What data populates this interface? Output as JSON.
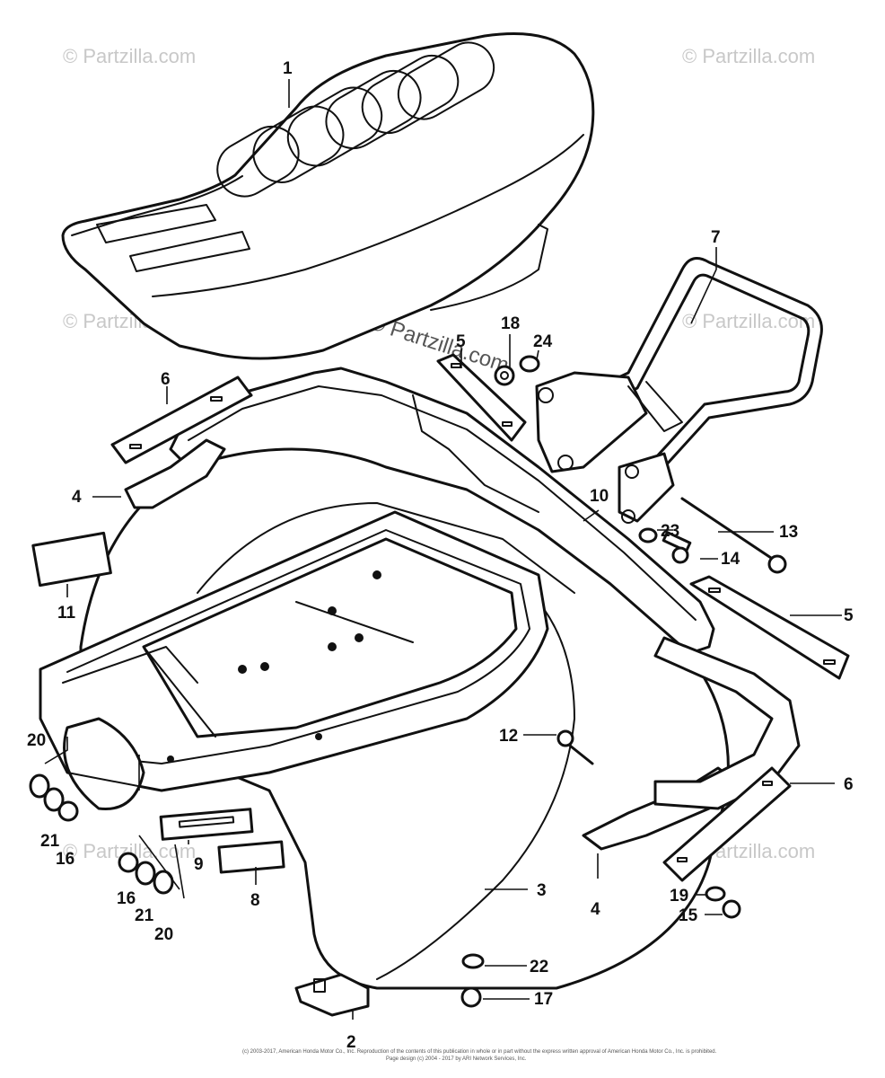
{
  "watermark": "© Partzilla.com",
  "copyright_line_1": "(c) 2003-2017, American Honda Motor Co., Inc. Reproduction of the contents of this publication in whole or in part without the express written approval of American Honda Motor Co., Inc. is prohibited.",
  "copyright_line_2": "Page design (c) 2004 - 2017 by ARI Network Services, Inc.",
  "callouts": [
    "1",
    "2",
    "3",
    "4",
    "4",
    "5",
    "5",
    "6",
    "6",
    "7",
    "8",
    "9",
    "10",
    "11",
    "12",
    "13",
    "14",
    "15",
    "16",
    "16",
    "17",
    "18",
    "19",
    "20",
    "20",
    "21",
    "21",
    "22",
    "23",
    "24"
  ]
}
